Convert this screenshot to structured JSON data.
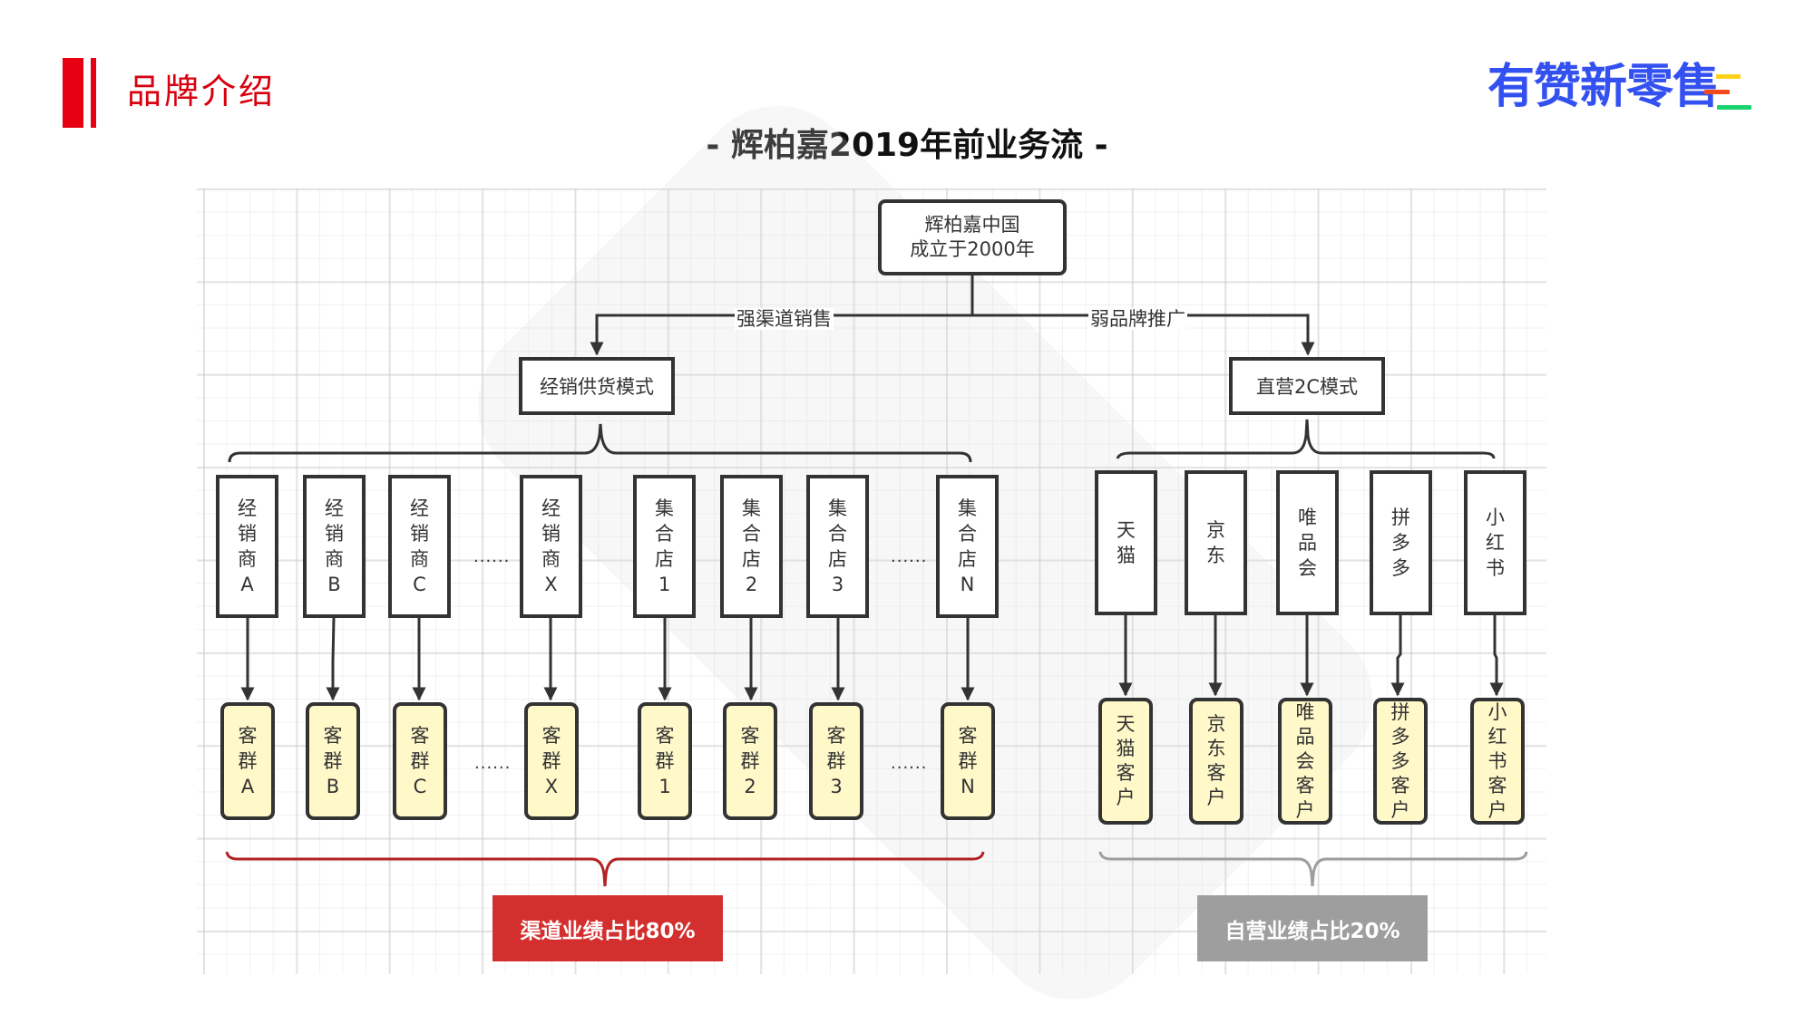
{
  "header": {
    "section_title": "品牌介绍",
    "logo_text": "有赞新零售",
    "accent_color": "#e60012",
    "logo_color": "#3350f0"
  },
  "diagram": {
    "title": "- 辉柏嘉2019年前业务流 -",
    "root": {
      "line1": "辉柏嘉中国",
      "line2": "成立于2000年"
    },
    "edges": {
      "left_label": "强渠道销售",
      "right_label": "弱品牌推广"
    },
    "modes": {
      "left": "经销供货模式",
      "right": "直营2C模式"
    },
    "left_group": {
      "nodes": [
        {
          "chars": [
            "经",
            "销",
            "商",
            "A"
          ]
        },
        {
          "chars": [
            "经",
            "销",
            "商",
            "B"
          ]
        },
        {
          "chars": [
            "经",
            "销",
            "商",
            "C"
          ]
        },
        {
          "chars": [
            "经",
            "销",
            "商",
            "X"
          ]
        },
        {
          "chars": [
            "集",
            "合",
            "店",
            "1"
          ]
        },
        {
          "chars": [
            "集",
            "合",
            "店",
            "2"
          ]
        },
        {
          "chars": [
            "集",
            "合",
            "店",
            "3"
          ]
        },
        {
          "chars": [
            "集",
            "合",
            "店",
            "N"
          ]
        }
      ],
      "customers": [
        {
          "chars": [
            "客",
            "群",
            "A"
          ]
        },
        {
          "chars": [
            "客",
            "群",
            "B"
          ]
        },
        {
          "chars": [
            "客",
            "群",
            "C"
          ]
        },
        {
          "chars": [
            "客",
            "群",
            "X"
          ]
        },
        {
          "chars": [
            "客",
            "群",
            "1"
          ]
        },
        {
          "chars": [
            "客",
            "群",
            "2"
          ]
        },
        {
          "chars": [
            "客",
            "群",
            "3"
          ]
        },
        {
          "chars": [
            "客",
            "群",
            "N"
          ]
        }
      ],
      "ellipsis": "......"
    },
    "right_group": {
      "nodes": [
        {
          "chars": [
            "天",
            "猫"
          ]
        },
        {
          "chars": [
            "京",
            "东"
          ]
        },
        {
          "chars": [
            "唯",
            "品",
            "会"
          ]
        },
        {
          "chars": [
            "拼",
            "多",
            "多"
          ]
        },
        {
          "chars": [
            "小",
            "红",
            "书"
          ]
        }
      ],
      "customers": [
        {
          "chars": [
            "天",
            "猫",
            "客",
            "户"
          ]
        },
        {
          "chars": [
            "京",
            "东",
            "客",
            "户"
          ]
        },
        {
          "chars": [
            "唯",
            "品",
            "会",
            "客",
            "户"
          ]
        },
        {
          "chars": [
            "拼",
            "多",
            "多",
            "客",
            "户"
          ]
        },
        {
          "chars": [
            "小",
            "红",
            "书",
            "客",
            "户"
          ]
        }
      ]
    },
    "summaries": {
      "channel": {
        "label": "渠道业绩占比80%",
        "percent": 80,
        "color": "#d32f2f"
      },
      "direct": {
        "label": "自营业绩占比20%",
        "percent": 20,
        "color": "#9e9e9e"
      }
    },
    "line_color": "#333333",
    "customer_fill": "#fff8c9"
  }
}
